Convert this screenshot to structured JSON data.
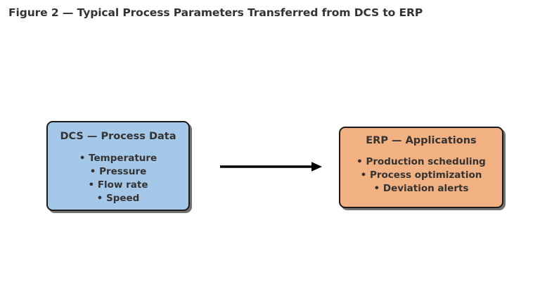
{
  "figure": {
    "title": "Figure 2 — Typical Process Parameters Transferred from DCS to ERP",
    "background_color": "#ffffff",
    "text_color": "#333333"
  },
  "source_node": {
    "heading": "DCS — Process Data",
    "fill_color": "#a6c8e8",
    "border_color": "#1a1a1a",
    "items": [
      "Temperature",
      "Pressure",
      "Flow rate",
      "Speed"
    ]
  },
  "target_node": {
    "heading": "ERP — Applications",
    "fill_color": "#f2b183",
    "border_color": "#1a1a1a",
    "items": [
      "Production scheduling",
      "Process optimization",
      "Deviation alerts"
    ]
  },
  "connector": {
    "name": "arrow-right-icon",
    "direction": "right",
    "color": "#000000",
    "label": ""
  }
}
